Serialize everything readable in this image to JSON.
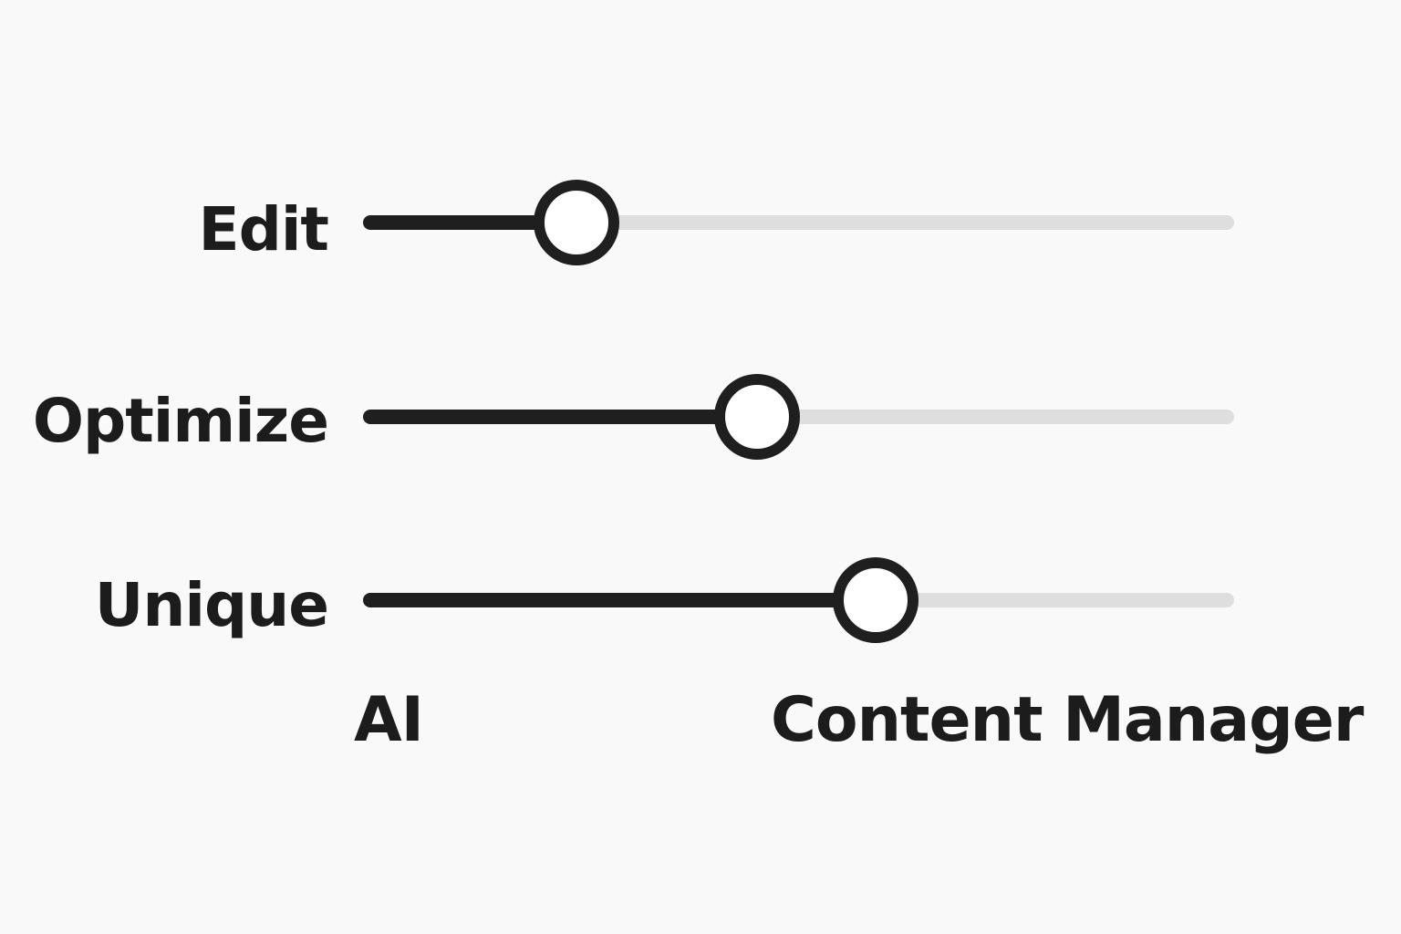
{
  "sliders": [
    {
      "label": "Edit",
      "value": 0.245
    },
    {
      "label": "Optimize",
      "value": 0.452
    },
    {
      "label": "Unique",
      "value": 0.588
    }
  ],
  "axis": {
    "left_label": "AI",
    "right_label": "Content Manager"
  },
  "colors": {
    "background": "#f9f9f9",
    "active": "#1f1f1f",
    "inactive": "#dedede",
    "thumb_fill": "#ffffff"
  }
}
